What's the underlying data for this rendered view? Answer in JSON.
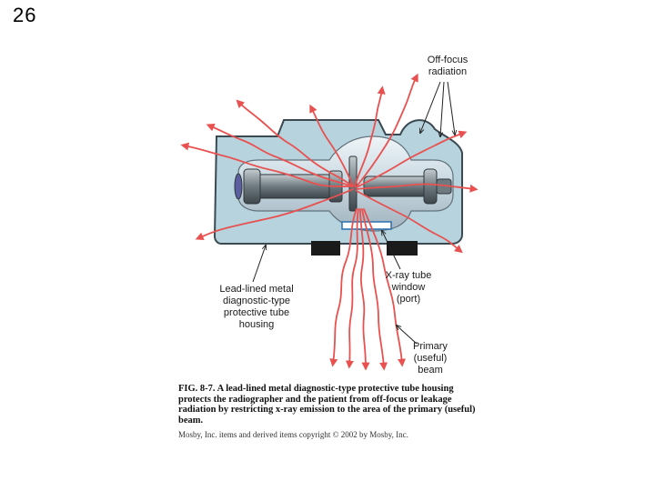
{
  "slide": {
    "number": "26"
  },
  "labels": {
    "off_focus": [
      "Off-focus",
      "radiation"
    ],
    "housing": [
      "Lead-lined metal",
      "diagnostic-type",
      "protective tube",
      "housing"
    ],
    "window": [
      "X-ray tube",
      "window",
      "(port)"
    ],
    "primary": [
      "Primary",
      "(useful)",
      "beam"
    ]
  },
  "caption": {
    "fig": "FIG. 8-7.",
    "text": " A lead-lined metal diagnostic-type protective tube housing protects the radiographer and the patient from off-focus or leakage radiation by restricting x-ray emission to the area of the primary (useful) beam."
  },
  "copyright": "Mosby, Inc. items and derived items copyright © 2002 by Mosby, Inc.",
  "colors": {
    "housing_fill": "#b7d3de",
    "housing_stroke": "#3b4a52",
    "radiation": "#e8514f",
    "tube_glass": "#d8e6ee",
    "metal": "#7f8a90",
    "base": "#1a1a1a"
  }
}
